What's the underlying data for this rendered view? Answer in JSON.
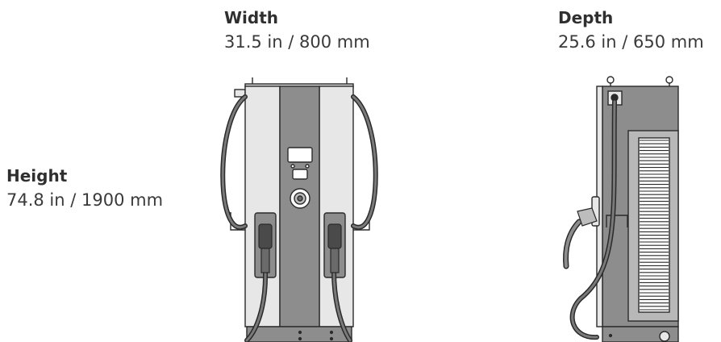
{
  "dimensions": {
    "width": {
      "label": "Width",
      "value": "31.5 in / 800 mm"
    },
    "depth": {
      "label": "Depth",
      "value": "25.6 in / 650 mm"
    },
    "height": {
      "label": "Height",
      "value": "74.8 in / 1900 mm"
    }
  },
  "colors": {
    "panel_light": "#e7e7e7",
    "panel_dark": "#8d8d8d",
    "outline": "#2a2a2a",
    "cable": "#6a6a6a"
  },
  "icons": [
    "charger-front-view",
    "charger-side-view",
    "charging-connector-icon",
    "cable-icon"
  ]
}
